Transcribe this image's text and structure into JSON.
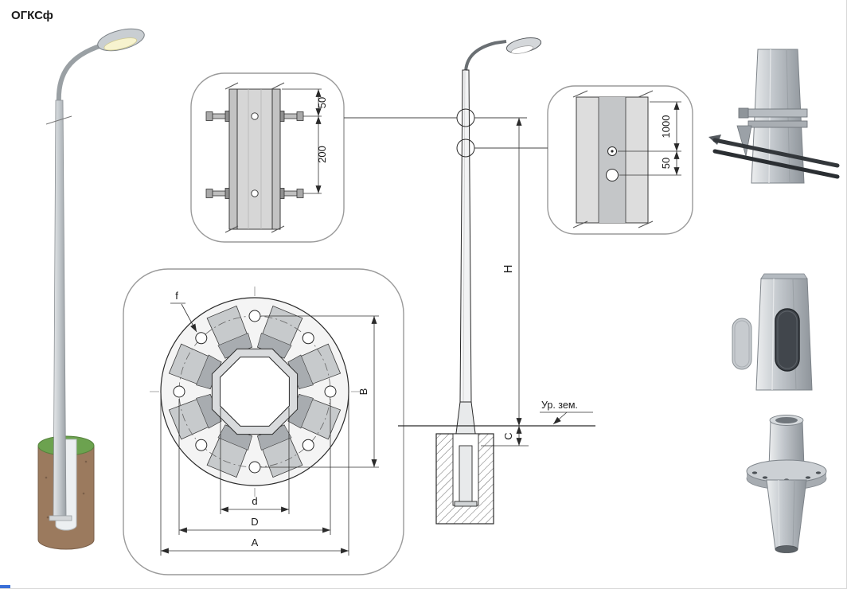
{
  "title": "ОГКСф",
  "flange_side_detail": {
    "dim_edge_to_bolt": "50",
    "dim_bolt_spacing": "200"
  },
  "flange_plan": {
    "hole_diameter_label": "f",
    "dim_vertical": "B",
    "dim_octagon": "d",
    "dim_bolt_circle": "D",
    "dim_outer": "A"
  },
  "elevation": {
    "dim_height": "H",
    "dim_embed": "C",
    "ground_level_label": "Ур. зем."
  },
  "hole_detail": {
    "dim_from_top": "1000",
    "dim_spacing": "50"
  },
  "colors": {
    "line": "#2a2a2a",
    "metal": "#c3c8cd",
    "grass": "#6ca24f",
    "soil": "#9b7a5e",
    "accent_blue": "#3a6fd8"
  }
}
